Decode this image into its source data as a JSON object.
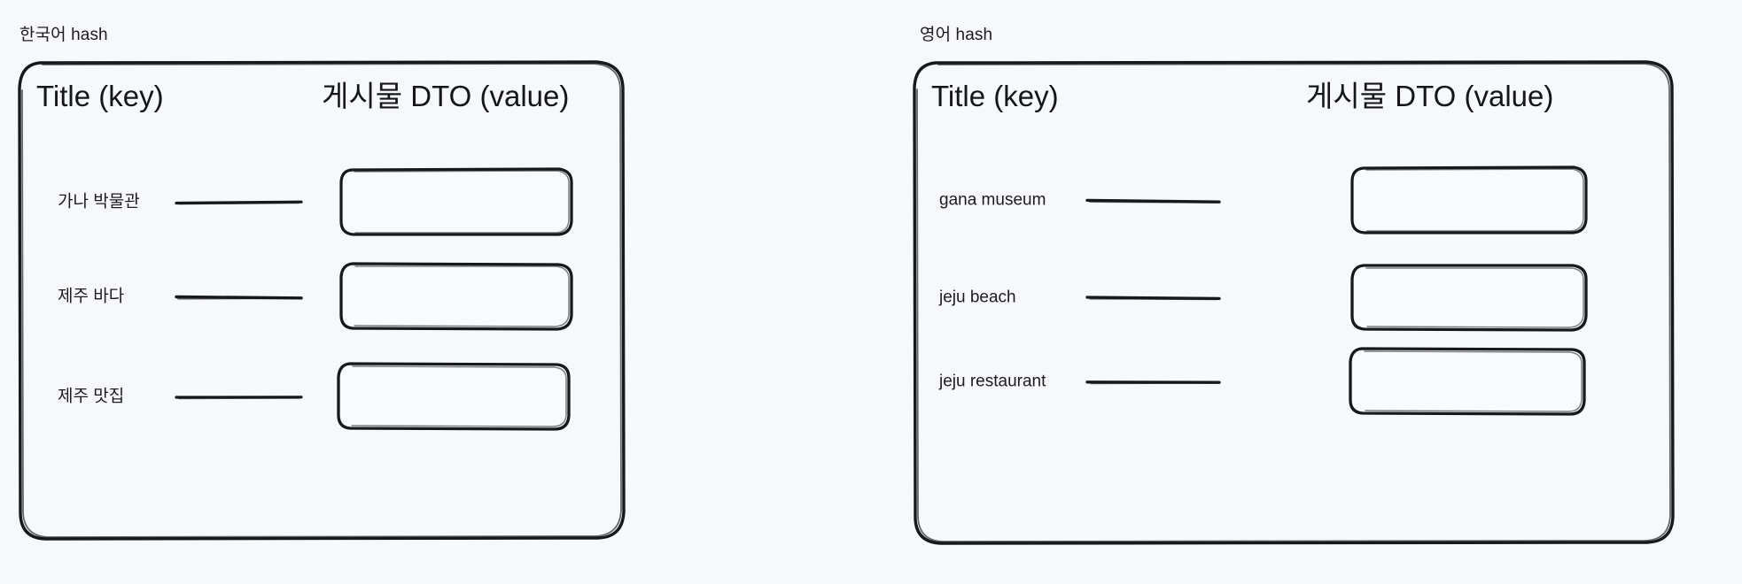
{
  "background_color": "#f7f8fa",
  "stroke_color": "#16181d",
  "text_color": "#1c1c1e",
  "panels": [
    {
      "id": "korean-hash",
      "caption": "한국어 hash",
      "key_column_header": "Title (key)",
      "value_column_header": "게시물 DTO (value)",
      "rows": [
        {
          "key": "가나 박물관",
          "value": ""
        },
        {
          "key": "제주 바다",
          "value": ""
        },
        {
          "key": "제주 맛집",
          "value": ""
        }
      ]
    },
    {
      "id": "english-hash",
      "caption": "영어 hash",
      "key_column_header": "Title (key)",
      "value_column_header": "게시물 DTO (value)",
      "rows": [
        {
          "key": "gana museum",
          "value": ""
        },
        {
          "key": "jeju beach",
          "value": ""
        },
        {
          "key": "jeju restaurant",
          "value": ""
        }
      ]
    }
  ]
}
